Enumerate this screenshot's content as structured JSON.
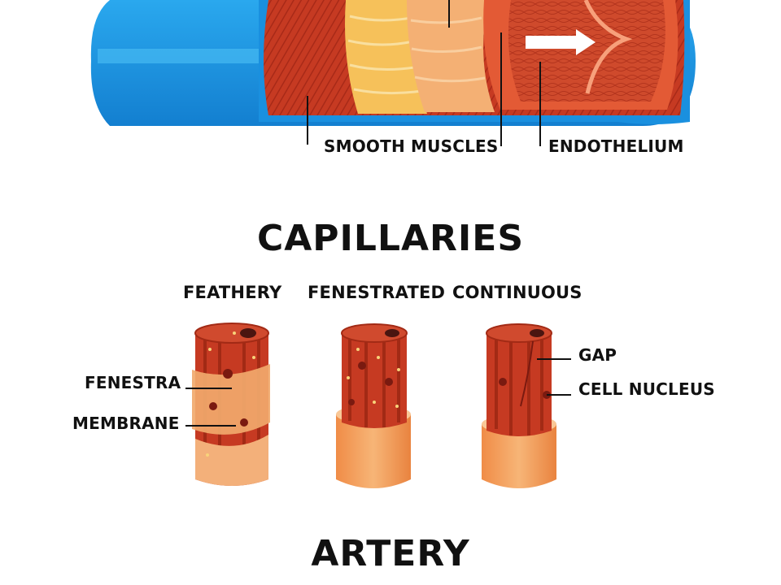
{
  "vessel": {
    "labels": {
      "smooth_muscles": "SMOOTH MUSCLES",
      "endothelium": "ENDOTHELIUM"
    }
  },
  "capillaries": {
    "title": "CAPILLARIES",
    "types": {
      "feathery": "FEATHERY",
      "fenestrated": "FENESTRATED",
      "continuous": "CONTINUOUS"
    },
    "labels": {
      "fenestra": "FENESTRA",
      "membrane": "MEMBRANE",
      "gap": "GAP",
      "cell_nucleus": "CELL NUCLEUS"
    }
  },
  "artery": {
    "title": "ARTERY"
  },
  "colors": {
    "outer_blue": "#1e9be6",
    "muscle_red": "#c93a22",
    "tan_layer": "#f4b36b",
    "leader_line": "#111111"
  }
}
